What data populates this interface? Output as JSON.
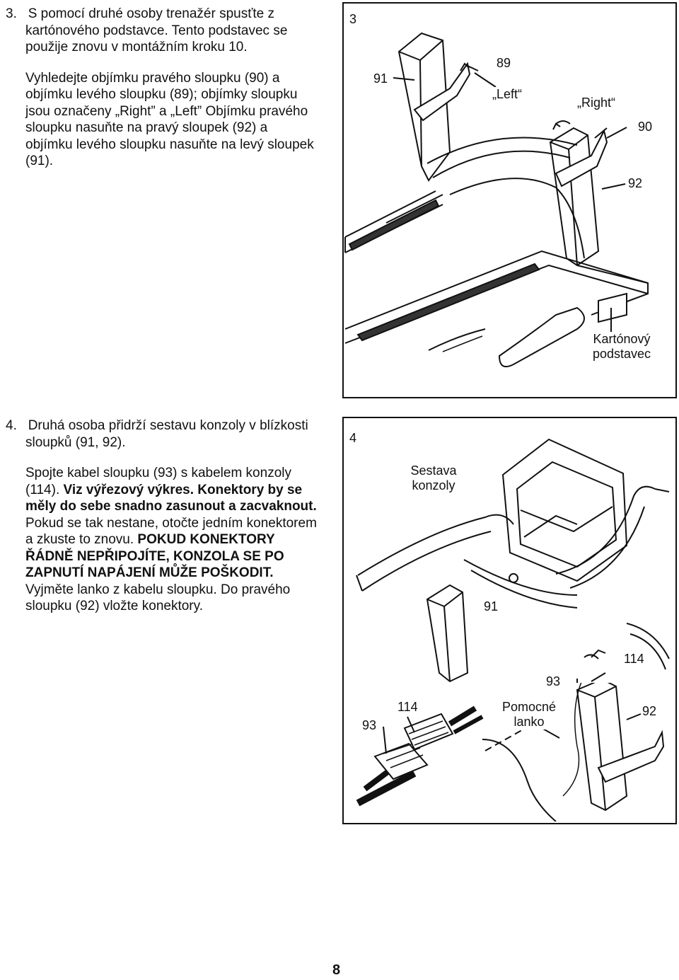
{
  "step3": {
    "number": "3.",
    "p1": "S pomocí druhé osoby trenažér spusťte z kartónového podstavce. Tento podstavec se použije znovu v montážním kroku 10.",
    "p2": "Vyhledejte objímku pravého sloupku (90) a objímku levého sloupku (89); objímky sloupku jsou označeny „Right” a „Left” Objímku pravého sloupku nasuňte na pravý sloupek (92) a objímku levého sloupku nasuňte na levý sloupek (91)."
  },
  "step4": {
    "number": "4.",
    "p1": "Druhá osoba přidrží sestavu konzoly v blízkosti sloupků (91, 92).",
    "p2_a": "Spojte kabel sloupku (93) s kabelem konzoly (114). ",
    "p2_b": "Viz výřezový výkres. Konektory by se měly do sebe snadno zasunout a zacvaknout.",
    "p2_c": " Pokud se tak nestane, otočte jedním konektorem a zkuste to znovu. ",
    "p2_d": "POKUD KONEKTORY ŘÁDNĚ NEPŘIPOJÍTE, KONZOLA SE PO ZAPNUTÍ NAPÁJENÍ MŮŽE POŠKODIT.",
    "p2_e": " Vyjměte lanko z kabelu sloupku. Do pravého sloupku (92) vložte konektory."
  },
  "figure3": {
    "number": "3",
    "labels": {
      "l89": "89",
      "l91": "91",
      "left": "„Left“",
      "right": "„Right“",
      "l90": "90",
      "l92": "92",
      "base": "Kartónový podstavec"
    }
  },
  "figure4": {
    "number": "4",
    "labels": {
      "console": "Sestava konzoly",
      "l91": "91",
      "l114a": "114",
      "l93a": "93",
      "l114b": "114",
      "l93b": "93",
      "wire": "Pomocné lanko",
      "l92": "92"
    }
  },
  "page_number": "8"
}
